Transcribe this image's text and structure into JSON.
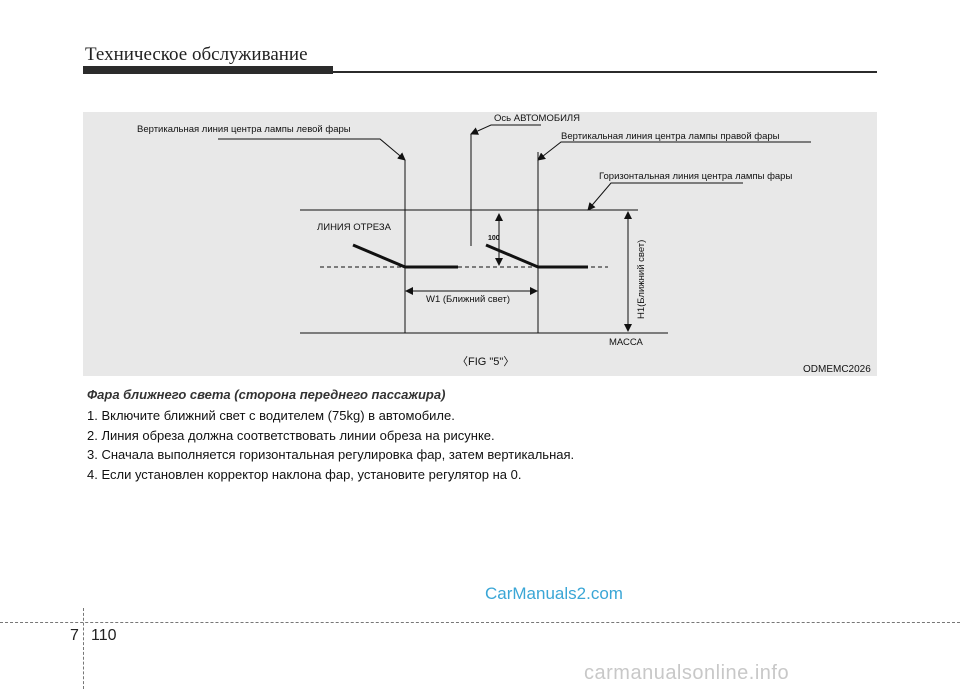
{
  "header": {
    "title": "Техническое обслуживание"
  },
  "figure": {
    "label_left_lamp_vertical": "Вертикальная линия центра лампы левой фары",
    "label_vehicle_axis": "Ось АВТОМОБИЛЯ",
    "label_right_lamp_vertical": "Вертикальная линия центра лампы правой фары",
    "label_horizontal_center": "Горизонтальная линия центра лампы фары",
    "label_cutoff_line": "ЛИНИЯ ОТРЕЗА",
    "label_100": "100",
    "label_w1": "W1 (Ближний свет)",
    "label_h1": "H1(Ближний свет)",
    "label_ground": "МАССА",
    "caption": "〈FIG \"5\"〉",
    "code": "ODMEMC2026"
  },
  "content": {
    "subtitle": "Фара ближнего света (сторона переднего пассажира)",
    "steps": [
      "1. Включите ближний свет с водителем (75kg) в автомобиле.",
      "2. Линия обреза должна соответствовать линии обреза на рисунке.",
      "3. Сначала выполняется горизонтальная регулировка фар, затем вертикальная.",
      "4. Если установлен корректор наклона фар, установите регулятор на 0."
    ]
  },
  "footer": {
    "chapter": "7",
    "page": "110",
    "watermark_top": "CarManuals2.com",
    "watermark_bottom": "carmanualsonline.info"
  }
}
